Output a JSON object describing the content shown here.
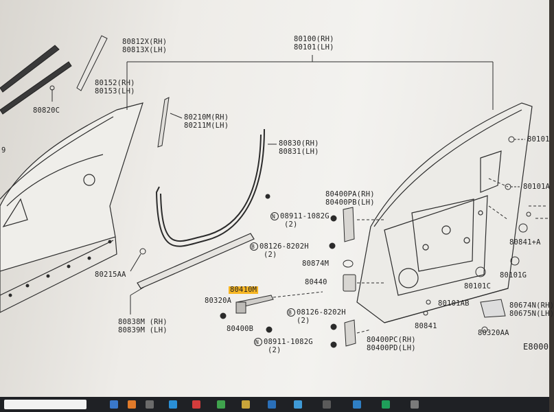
{
  "diagram": {
    "labels": {
      "p80812x": "80812X(RH)",
      "p80813x": "80813X(LH)",
      "p80100": "80100(RH)",
      "p80101": "80101(LH)",
      "p80152": "80152(RH)",
      "p80153": "80153(LH)",
      "p80820c": "80820C",
      "p80210m": "80210M(RH)",
      "p80211m": "80211M(LH)",
      "p80830": "80830(RH)",
      "p80831": "80831(LH)",
      "p80101_right": "80101",
      "p80101a": "80101A",
      "p9": "9",
      "p80400pa": "80400PA(RH)",
      "p80400pb": "80400PB(LH)",
      "n08911_top": "08911-1082G",
      "n08911_top_qty": "(2)",
      "b08126_top": "08126-8202H",
      "b08126_top_qty": "(2)",
      "p80841a": "80841+A",
      "p80215aa": "80215AA",
      "p80874m": "80874M",
      "p80440": "80440",
      "p80101c": "80101C",
      "p80101g": "80101G",
      "p80410m": "80410M",
      "p80320a": "80320A",
      "p80101ab": "80101AB",
      "p80674n": "80674N(RH)",
      "p80675n": "80675N(LH)",
      "b08126_bot": "08126-8202H",
      "b08126_bot_qty": "(2)",
      "p80841": "80841",
      "p80838m": "80838M (RH)",
      "p80839m": "80839M (LH)",
      "p80400b": "80400B",
      "p80320aa": "80320AA",
      "n08911_bot": "08911-1082G",
      "n08911_bot_qty": "(2)",
      "p80400pc": "80400PC(RH)",
      "p80400pd": "80400PD(LH)",
      "p_e8000": "E8000"
    },
    "circle_symbols": {
      "n": "N",
      "b": "B"
    },
    "highlight_color": "#f7b623"
  }
}
